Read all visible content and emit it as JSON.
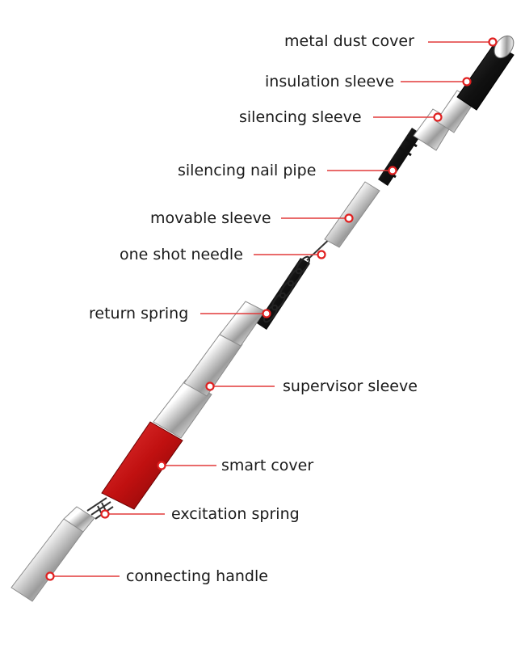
{
  "labels": {
    "metal_dust_cover": "metal dust cover",
    "insulation_sleeve": "insulation sleeve",
    "silencing_sleeve": "silencing sleeve",
    "silencing_nail_pipe": "silencing nail pipe",
    "movable_sleeve": "movable sleeve",
    "one_shot_needle": "one shot needle",
    "return_spring": "return spring",
    "supervisor_sleeve": "supervisor sleeve",
    "smart_cover": "smart cover",
    "excitation_spring": "excitation spring",
    "connecting_handle": "connecting handle"
  },
  "colors": {
    "leader_line": "#e23a3a",
    "marker": "#e02020",
    "label_text": "#1a1a1a",
    "chrome": "#c8c8c8",
    "black_part": "#1b1b1b",
    "red_part": "#c81414"
  }
}
